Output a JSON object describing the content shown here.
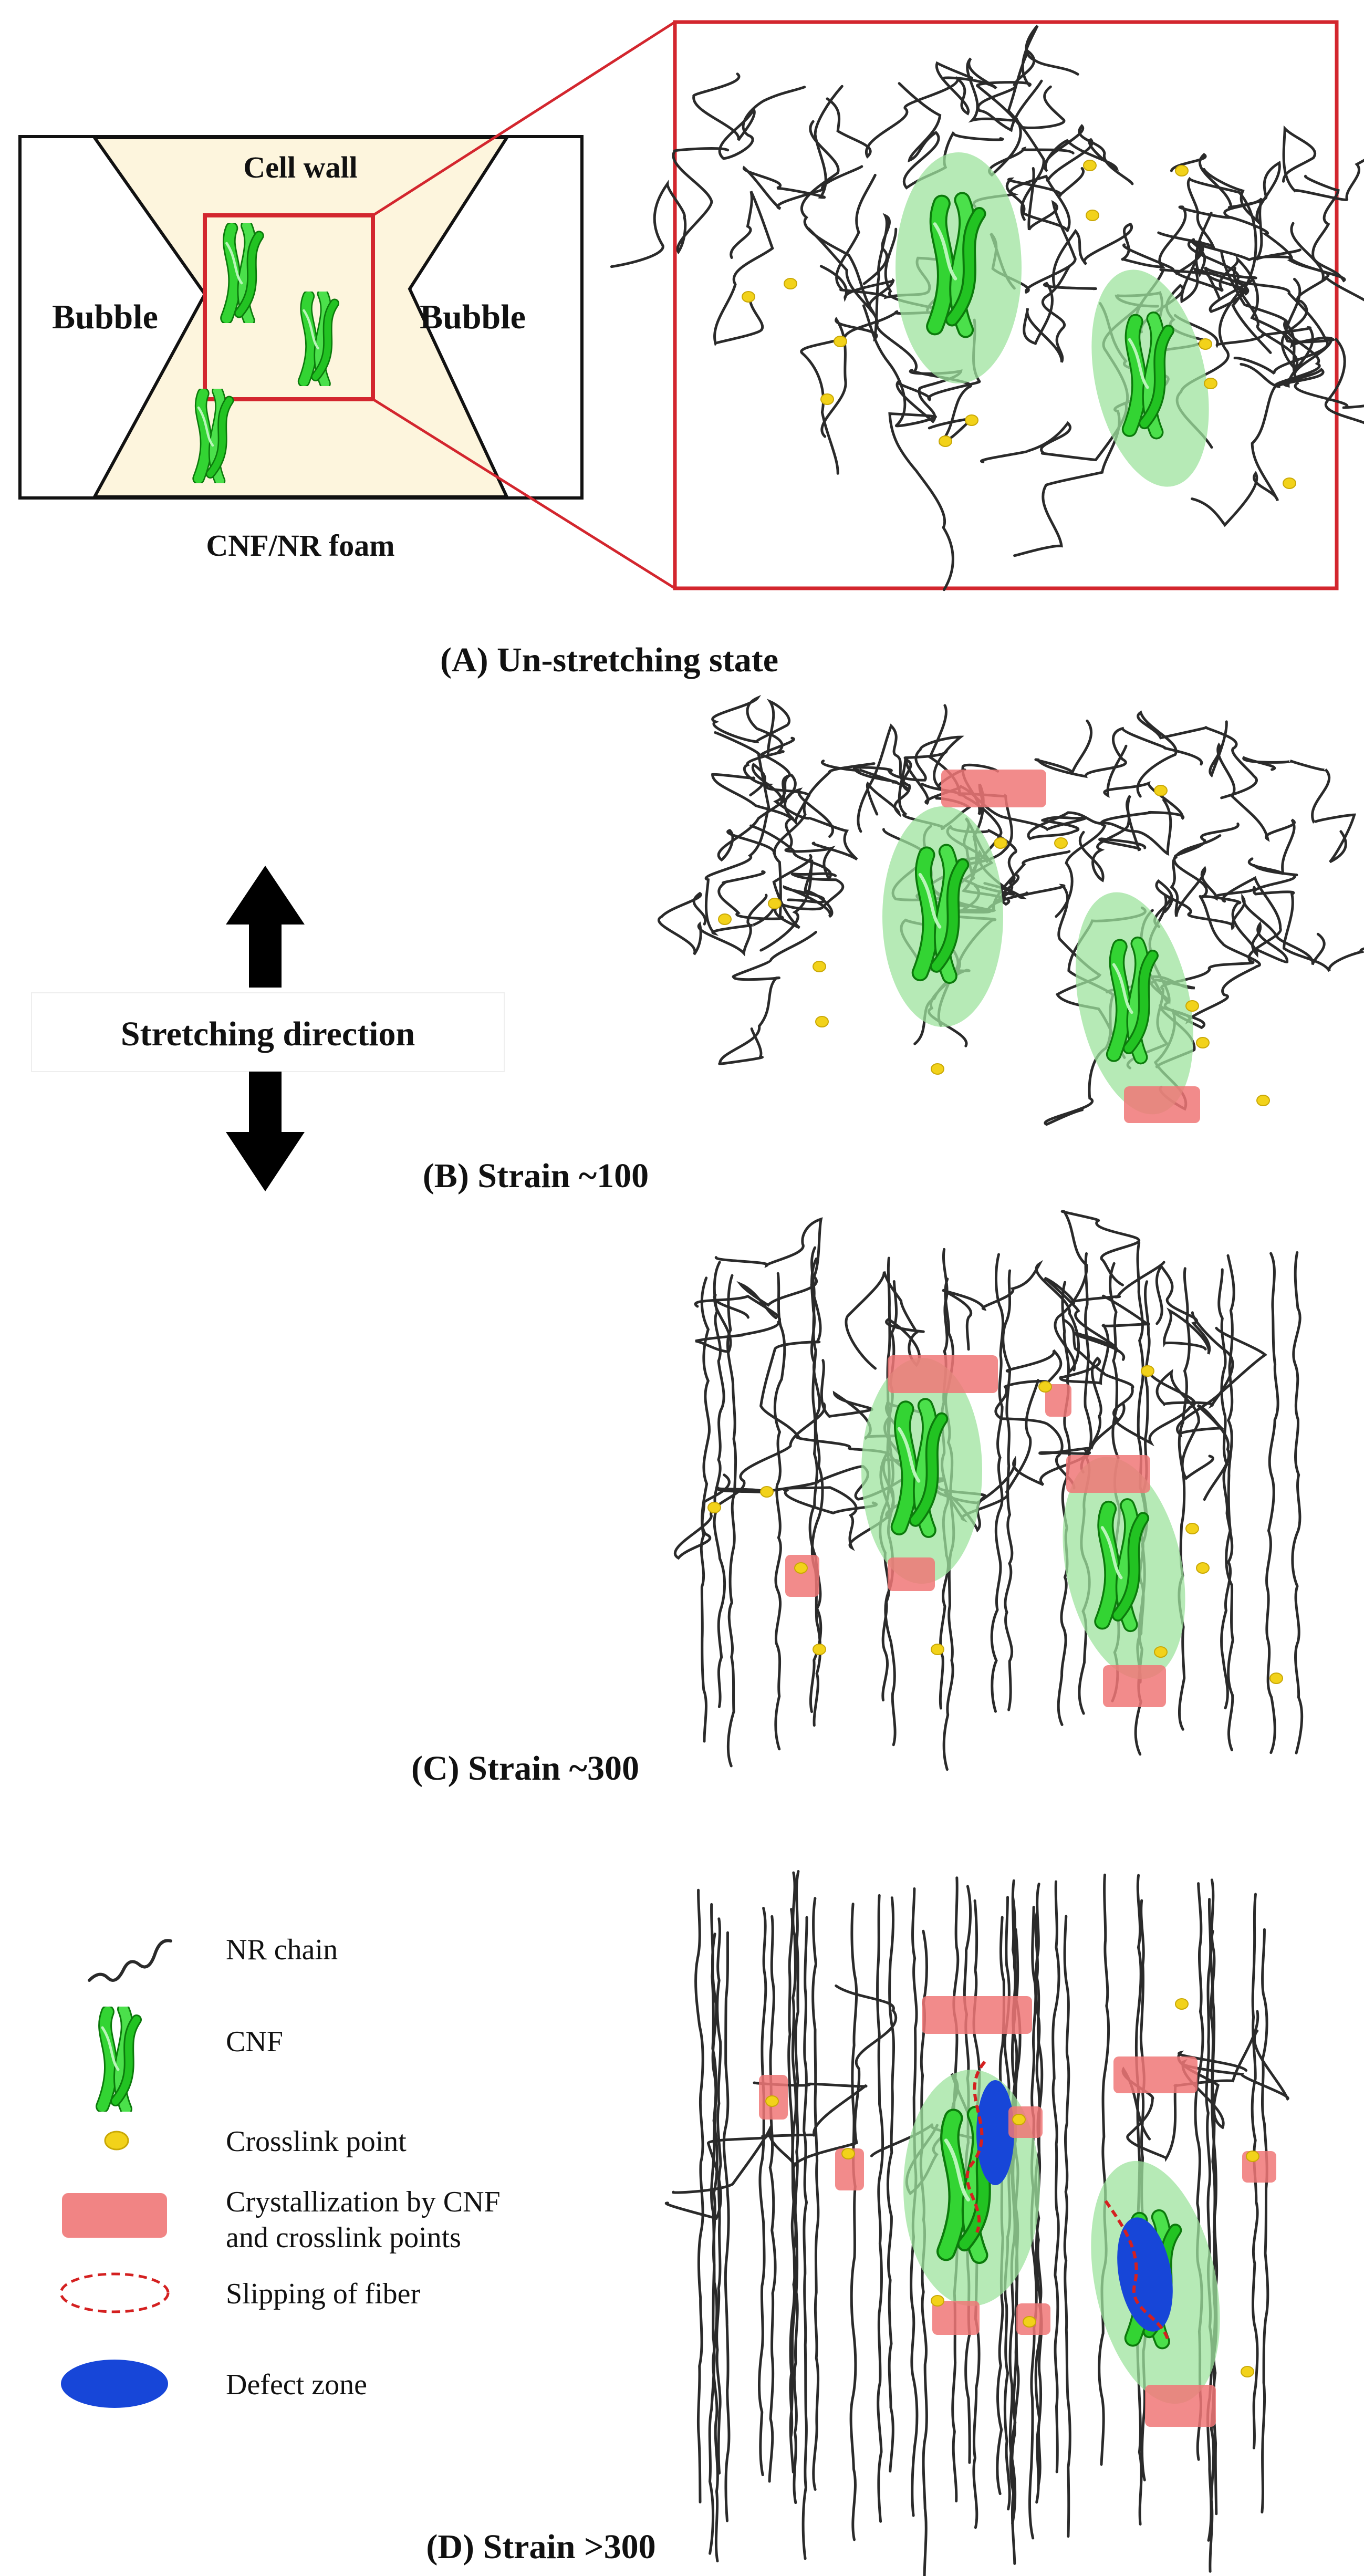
{
  "foam": {
    "cell_wall": "Cell wall",
    "bubble_left": "Bubble",
    "bubble_right": "Bubble",
    "caption": "CNF/NR foam"
  },
  "stretching_direction": "Stretching direction",
  "panels": {
    "a": "(A) Un-stretching state",
    "b": "(B) Strain ~100",
    "c": "(C)  Strain ~300",
    "d": "(D) Strain >300"
  },
  "legend": [
    {
      "icon": "nr-chain-icon",
      "label": "NR chain"
    },
    {
      "icon": "cnf-icon",
      "label": "CNF"
    },
    {
      "icon": "crosslink-point-icon",
      "label": "Crosslink point"
    },
    {
      "icon": "crystallization-icon",
      "label_line1": "Crystallization by CNF",
      "label_line2": "and crosslink points"
    },
    {
      "icon": "fiber-slip-icon",
      "label": "Slipping of fiber"
    },
    {
      "icon": "defect-zone-icon",
      "label": "Defect zone"
    }
  ],
  "colors": {
    "chain": "#2a2a2a",
    "cnf": "#22c322",
    "cnf_halo": "#9de39d",
    "crosslink": "#f2d21a",
    "crystal": "#f07777",
    "slip": "#d42020",
    "defect": "#1746d8",
    "frame": "#d3262e",
    "cellwall": "#fdf5dd"
  }
}
